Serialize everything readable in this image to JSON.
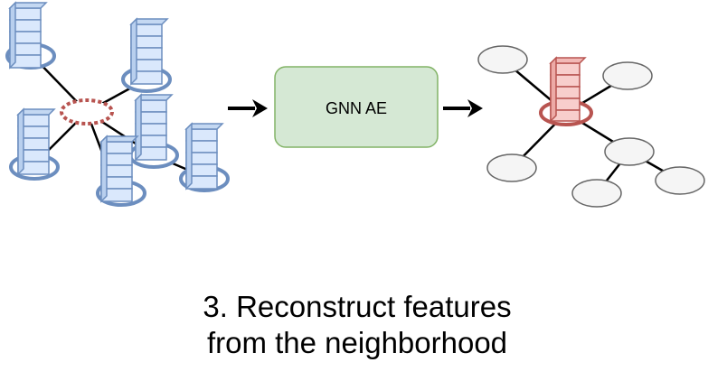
{
  "model": {
    "label": "GNN AE"
  },
  "caption": {
    "line1": "3. Reconstruct features",
    "line2": "from the neighborhood"
  },
  "colors": {
    "node_ring": "#6C8EBF",
    "feature_fill": "#DAE8FC",
    "target_ring": "#B85450",
    "target_fill": "#F8CECC",
    "model_fill": "#D5E8D4",
    "model_stroke": "#82B366",
    "empty_node_fill": "#F5F5F5",
    "empty_node_stroke": "#666666"
  }
}
